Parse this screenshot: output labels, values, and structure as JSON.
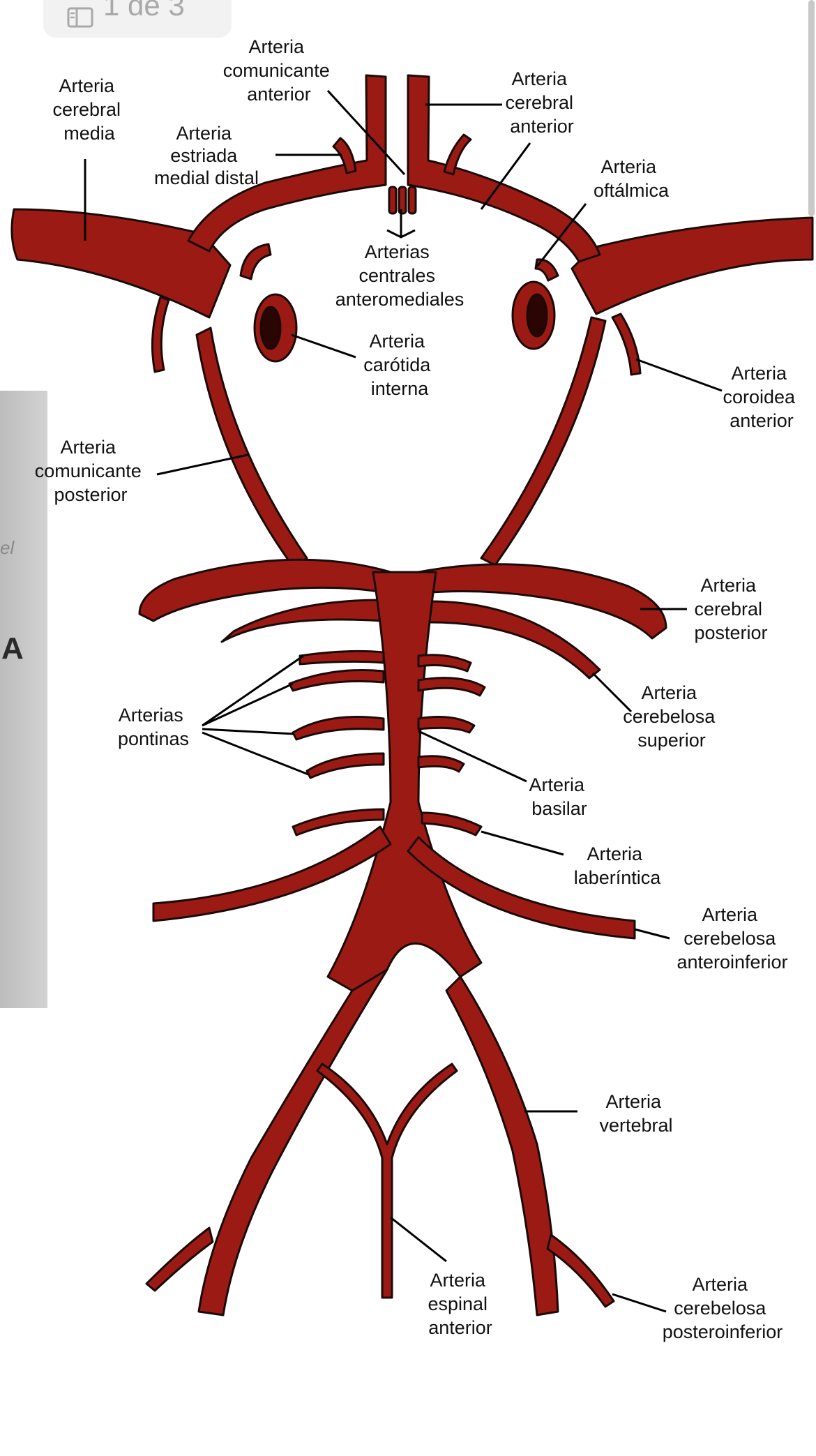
{
  "page_indicator": {
    "text": "1 de 3",
    "icon": "pages-icon"
  },
  "colors": {
    "artery": "#9b1b14",
    "outline": "#1a0a08",
    "leader": "#000000"
  },
  "labels": {
    "cerebral_media": [
      "Arteria",
      "cerebral",
      "media"
    ],
    "comunicante_anterior": [
      "Arteria",
      "comunicante",
      "anterior"
    ],
    "cerebral_anterior": [
      "Arteria",
      "cerebral",
      "anterior"
    ],
    "estriada_medial_distal": [
      "Arteria",
      "estriada",
      "medial distal"
    ],
    "oftalmica": [
      "Arteria",
      "oftálmica"
    ],
    "centrales_anteromediales": [
      "Arterias",
      "centrales",
      "anteromediales"
    ],
    "carotida_interna": [
      "Arteria",
      "carótida",
      "interna"
    ],
    "coroidea_anterior": [
      "Arteria",
      "coroidea",
      "anterior"
    ],
    "comunicante_posterior": [
      "Arteria",
      "comunicante",
      "posterior"
    ],
    "cerebral_posterior": [
      "Arteria",
      "cerebral",
      "posterior"
    ],
    "cerebelosa_superior": [
      "Arteria",
      "cerebelosa",
      "superior"
    ],
    "pontinas": [
      "Arterias",
      "pontinas"
    ],
    "basilar": [
      "Arteria",
      "basilar"
    ],
    "laberintica": [
      "Arteria",
      "laberíntica"
    ],
    "cerebelosa_anteroinferior": [
      "Arteria",
      "cerebelosa",
      "anteroinferior"
    ],
    "vertebral": [
      "Arteria",
      "vertebral"
    ],
    "espinal_anterior": [
      "Arteria",
      "espinal",
      "anterior"
    ],
    "cerebelosa_posteroinferior": [
      "Arteria",
      "cerebelosa",
      "posteroinferior"
    ]
  }
}
